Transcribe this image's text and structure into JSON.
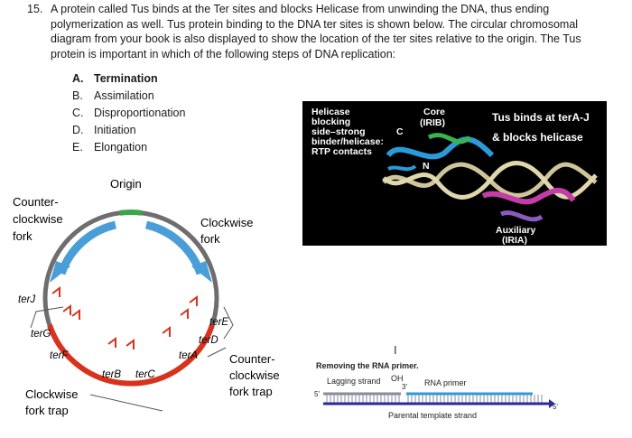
{
  "question": {
    "number": "15.",
    "text": "A protein called Tus binds at the Ter sites and blocks Helicase from unwinding the DNA, thus ending polymerization as well. Tus protein binding to the DNA ter sites is shown below. The circular chromosomal diagram from your book is also displayed to show the location of the ter sites relative to the origin. The Tus protein is important in which of the following steps of DNA replication:",
    "options": [
      {
        "letter": "A.",
        "label": "Termination",
        "selected": true
      },
      {
        "letter": "B.",
        "label": "Assimilation",
        "selected": false
      },
      {
        "letter": "C.",
        "label": "Disproportionation",
        "selected": false
      },
      {
        "letter": "D.",
        "label": "Initiation",
        "selected": false
      },
      {
        "letter": "E.",
        "label": "Elongation",
        "selected": false
      }
    ]
  },
  "chromosome": {
    "origin": "Origin",
    "ccw_fork_1": "Counter-",
    "ccw_fork_2": "clockwise",
    "ccw_fork_3": "fork",
    "cw_fork_1": "Clockwise",
    "cw_fork_2": "fork",
    "terJ": "terJ",
    "terG": "terG",
    "terF": "terF",
    "terB": "terB",
    "terC": "terC",
    "terA": "terA",
    "terD": "terD",
    "terE": "terE",
    "cw_trap_1": "Clockwise",
    "cw_trap_2": "fork trap",
    "ccw_trap_1": "Counter-",
    "ccw_trap_2": "clockwise",
    "ccw_trap_3": "fork trap",
    "colors": {
      "origin": "#3aa64a",
      "fork": "#4a9ed8",
      "ter": "#d8321e",
      "circle": "#6e6e6e"
    }
  },
  "structure": {
    "helicase_1": "Helicase",
    "helicase_2": "blocking",
    "helicase_3": "side–strong",
    "helicase_4": "binder/helicase:",
    "helicase_5": "RTP contacts",
    "core_1": "Core",
    "core_2": "(IRIB)",
    "c_label": "C",
    "n_label": "N",
    "tus_1": "Tus binds at terA-J",
    "tus_2": "& blocks helicase",
    "aux_1": "Auxiliary",
    "aux_2": "(IRIA)"
  },
  "replication": {
    "cursor": "I",
    "removing": "Removing the RNA primer.",
    "lagging": "Lagging strand",
    "oh": "OH",
    "three_prime": "3'",
    "rna_primer": "RNA primer",
    "five_prime_left": "5'",
    "five_prime_right": "5'",
    "parental": "Parental template strand"
  }
}
